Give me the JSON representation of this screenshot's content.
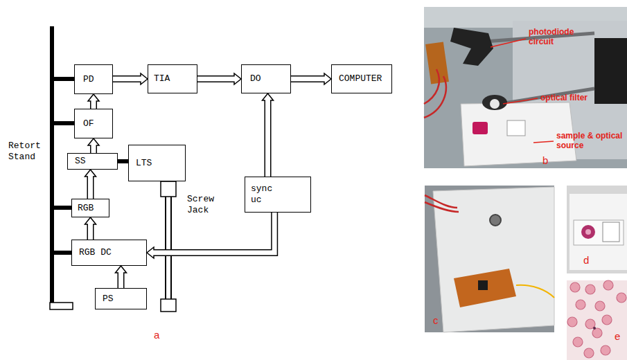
{
  "diagram": {
    "nodes": [
      {
        "text": [
          "PD"
        ]
      },
      {
        "text": [
          "TIA"
        ]
      },
      {
        "text": [
          "DO"
        ]
      },
      {
        "text": [
          "COMPUTER"
        ]
      },
      {
        "text": [
          "OF"
        ]
      },
      {
        "text": [
          "SS"
        ]
      },
      {
        "text": [
          "LTS"
        ]
      },
      {
        "text": [
          "sync uc"
        ]
      },
      {
        "text": [
          "RGB"
        ]
      },
      {
        "text": [
          "RGB DC"
        ]
      },
      {
        "text": [
          "PS"
        ]
      }
    ],
    "edges": [
      {
        "from": 0,
        "to": 1,
        "arrow": "to"
      },
      {
        "from": 1,
        "to": 2,
        "arrow": "to"
      },
      {
        "from": 2,
        "to": 3,
        "arrow": "to"
      },
      {
        "from": 4,
        "to": 0,
        "arrow": "to"
      },
      {
        "from": 5,
        "to": 4,
        "arrow": "to"
      },
      {
        "from": 5,
        "to": 6,
        "arrow": "none"
      },
      {
        "from": 8,
        "to": 5,
        "arrow": "to"
      },
      {
        "from": 9,
        "to": 8,
        "arrow": "to"
      },
      {
        "from": 10,
        "to": 9,
        "arrow": "to"
      },
      {
        "from": 7,
        "to": 2,
        "arrow": "to"
      },
      {
        "from": 7,
        "to": 9,
        "arrow": "to"
      }
    ],
    "labels": [
      "Retort Stand",
      "Screw Jack",
      "a",
      "photodiode circuit",
      "optical filter",
      "sample & optical source",
      "b",
      "c",
      "d",
      "e"
    ]
  }
}
